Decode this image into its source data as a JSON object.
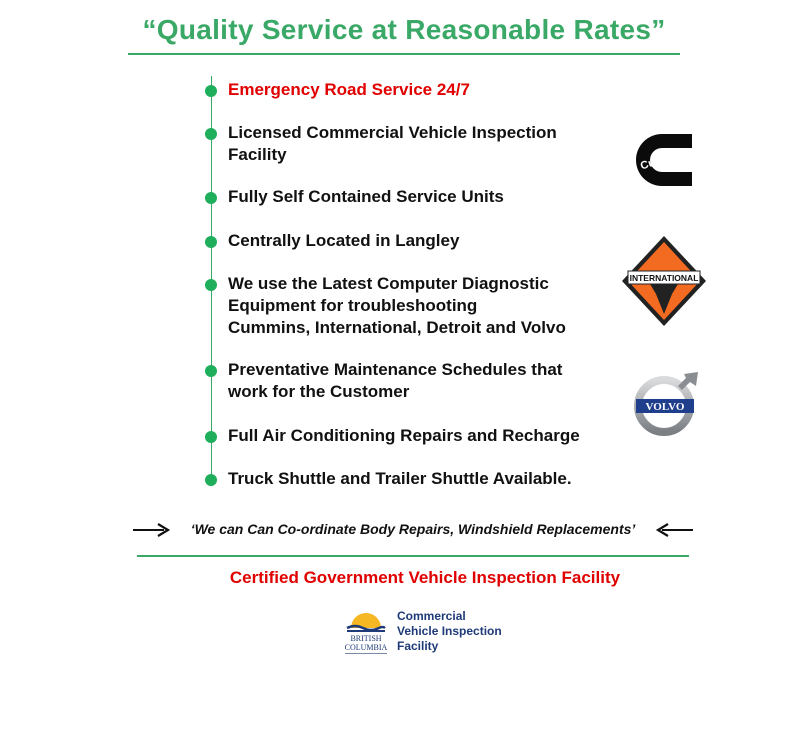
{
  "headline": "“Quality Service at Reasonable Rates”",
  "services": [
    {
      "text": "Emergency Road Service 24/7",
      "highlight": true
    },
    {
      "text": "Licensed Commercial Vehicle Inspection\nFacility",
      "highlight": false
    },
    {
      "text": "Fully Self Contained Service Units",
      "highlight": false
    },
    {
      "text": "Centrally Located in Langley",
      "highlight": false
    },
    {
      "text": "We use the Latest Computer Diagnostic\nEquipment for troubleshooting\nCummins, International, Detroit and Volvo",
      "highlight": false
    },
    {
      "text": "Preventative Maintenance Schedules that\nwork for the Customer",
      "highlight": false
    },
    {
      "text": "Full Air Conditioning Repairs and Recharge",
      "highlight": false
    },
    {
      "text": "Truck Shuttle and Trailer Shuttle Available.",
      "highlight": false
    }
  ],
  "logos": {
    "cummins": "Cummins",
    "international": "INTERNATIONAL",
    "volvo": "VOLVO"
  },
  "callout": "‘We can Can Co-ordinate Body Repairs, Windshield Replacements’",
  "certified": "Certified Government Vehicle Inspection Facility",
  "bc": {
    "line1": "BRITISH",
    "line2": "COLUMBIA",
    "text": "Commercial\nVehicle Inspection\nFacility"
  },
  "colors": {
    "accent_green": "#3aa866",
    "highlight_red": "#e00000",
    "bc_blue": "#1f3a78"
  }
}
